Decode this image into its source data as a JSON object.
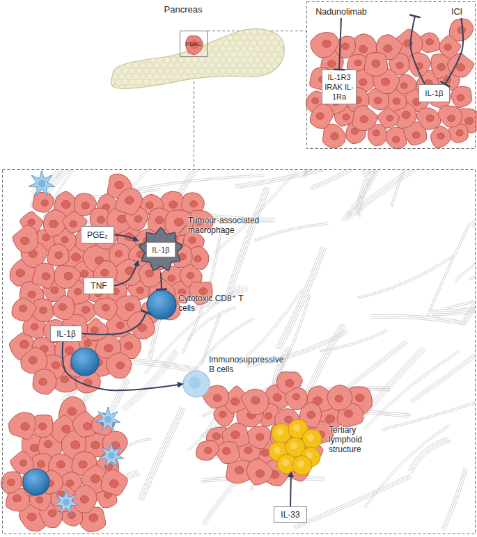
{
  "diagram": {
    "nodes": [
      {
        "text": [
          "Pancreas"
        ]
      },
      {
        "text": [
          "PDAC"
        ],
        "in": 0
      },
      {
        "text": [
          "Nadunolimab"
        ]
      },
      {
        "text": [
          "ICI"
        ]
      },
      {
        "text": [
          "IL-1R3 IRAK IL-1Ra"
        ]
      },
      {
        "text": [
          "IL-1β"
        ]
      },
      {
        "text": [
          "PGE₂"
        ]
      },
      {
        "text": [
          "TNF"
        ]
      },
      {
        "text": [
          "Tumour-associated macrophage"
        ]
      },
      {
        "text": [
          "IL-1β"
        ],
        "in": 8
      },
      {
        "text": [
          "Cytotoxic CD8⁺ T cells"
        ]
      },
      {
        "text": [
          "IL-1β"
        ]
      },
      {
        "text": [
          "Immunosuppressive B cells"
        ]
      },
      {
        "text": [
          "Tertiary lymphoid structure"
        ]
      },
      {
        "text": [
          "IL-33"
        ]
      }
    ],
    "edges": [
      {
        "from": 2,
        "to": 4,
        "arrow": "to"
      },
      {
        "from": 3,
        "to": 5,
        "arrow": "to"
      },
      {
        "from": 5,
        "to": 3,
        "arrow": "to"
      },
      {
        "from": 6,
        "to": 8,
        "arrow": "to"
      },
      {
        "from": 7,
        "to": 8,
        "arrow": "to"
      },
      {
        "from": 8,
        "to": 10,
        "arrow": "to"
      },
      {
        "from": 11,
        "to": 10,
        "arrow": "to"
      },
      {
        "from": 11,
        "to": 12,
        "arrow": "to"
      },
      {
        "from": 14,
        "to": 13,
        "arrow": "to"
      }
    ]
  }
}
